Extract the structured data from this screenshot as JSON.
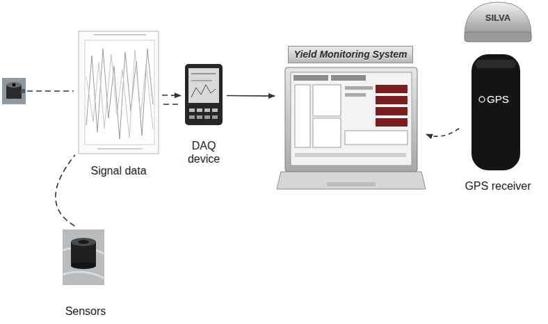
{
  "diagram": {
    "nodes": [
      {
        "text": [
          "Signal data"
        ]
      },
      {
        "text": [
          "Sensors"
        ]
      },
      {
        "text": [
          "DAQ device"
        ]
      },
      {
        "text": [
          "Yield Monitoring System"
        ]
      },
      {
        "text": [
          "GPS receiver"
        ]
      }
    ],
    "edges": [
      {
        "from": 1,
        "to": 0,
        "arrow": "none"
      },
      {
        "from": 0,
        "to": 2,
        "arrow": "to"
      },
      {
        "from": 2,
        "to": 3,
        "arrow": "to"
      },
      {
        "from": 4,
        "to": 3,
        "arrow": "to"
      }
    ],
    "labels": [
      "SILVA",
      "GPS"
    ]
  }
}
